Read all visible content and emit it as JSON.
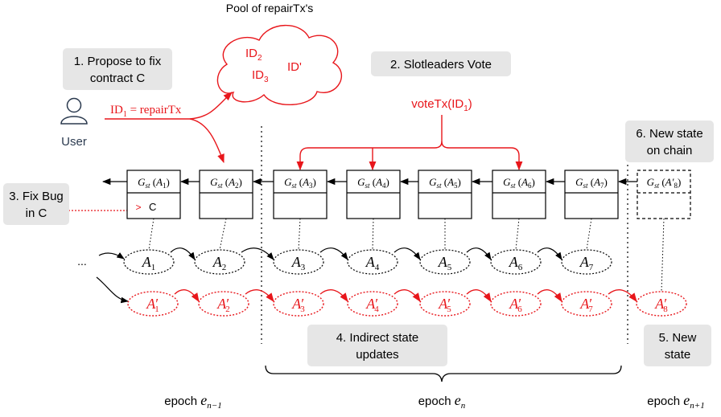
{
  "colors": {
    "accent": "#e8161b",
    "black": "#000000",
    "label_bg": "#e6e6e6",
    "user_icon": "#2b3a4f"
  },
  "pool": {
    "title": "Pool of repairTx's",
    "ids": [
      {
        "base": "ID",
        "sub": "2"
      },
      {
        "base": "ID",
        "sub": "3"
      },
      {
        "base": "ID'",
        "sub": ""
      }
    ]
  },
  "steps": {
    "s1": [
      "1. Propose to fix",
      "contract C"
    ],
    "s2": [
      "2. Slotleaders Vote"
    ],
    "s3": [
      "3. Fix Bug",
      "in C"
    ],
    "s4": [
      "4. Indirect state",
      "updates"
    ],
    "s5": [
      "5. New",
      "state"
    ],
    "s6": [
      "6. New state",
      "on chain"
    ]
  },
  "user": {
    "label": "User",
    "icon": "user-icon",
    "tx": {
      "base": "ID",
      "sub": "1",
      "rest": " = repairTx"
    }
  },
  "vote": {
    "text": "voteTx(ID",
    "sub": "1",
    "close": ")"
  },
  "blocks": {
    "func": "G",
    "func_sub": "st",
    "cell_text": "C",
    "cell_marker": ">",
    "args": [
      "A1",
      "A2",
      "A3",
      "A4",
      "A5",
      "A6",
      "A7",
      "A′8"
    ]
  },
  "states": {
    "ellipsis": "...",
    "current": [
      "1",
      "2",
      "3",
      "4",
      "5",
      "6",
      "7"
    ],
    "primed": [
      "1",
      "2",
      "3",
      "4",
      "5",
      "6",
      "7",
      "8"
    ]
  },
  "epochs": [
    {
      "prefix": "epoch ",
      "var": "e",
      "sub": "n−1"
    },
    {
      "prefix": "epoch ",
      "var": "e",
      "sub": "n"
    },
    {
      "prefix": "epoch ",
      "var": "e",
      "sub": "n+1"
    }
  ]
}
